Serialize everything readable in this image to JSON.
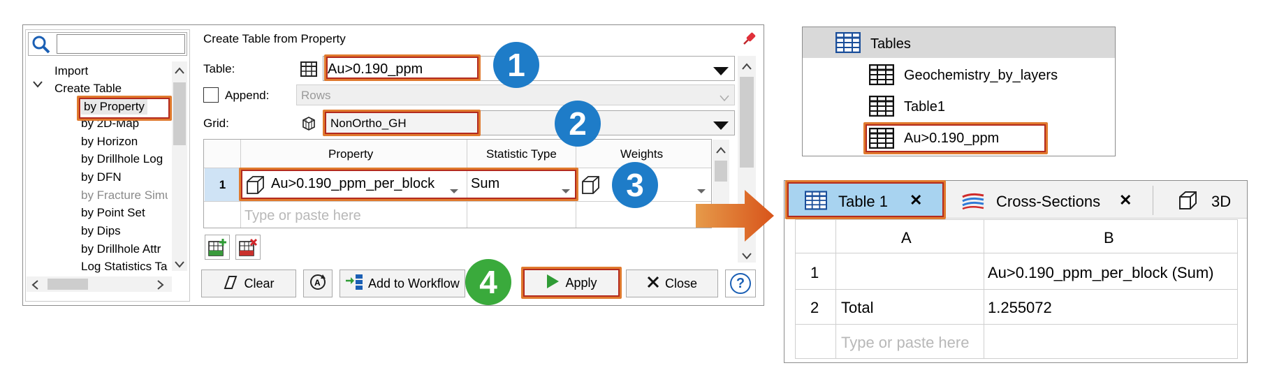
{
  "dialog": {
    "title": "Create Table from Property",
    "search": {
      "value": "",
      "placeholder": ""
    },
    "tree": {
      "items": [
        {
          "label": "Import"
        },
        {
          "label": "Create Table"
        },
        {
          "label": "by Property"
        },
        {
          "label": "by 2D-Map"
        },
        {
          "label": "by Horizon"
        },
        {
          "label": "by Drillhole Log"
        },
        {
          "label": "by DFN"
        },
        {
          "label": "by Fracture Simu"
        },
        {
          "label": "by Point Set"
        },
        {
          "label": "by Dips"
        },
        {
          "label": "by Drillhole Attr"
        },
        {
          "label": "Log Statistics Ta"
        }
      ]
    },
    "table_label": "Table:",
    "table_value": "Au>0.190_ppm",
    "append_label": "Append:",
    "append_value": "Rows",
    "grid_label": "Grid:",
    "grid_value": "NonOrtho_GH",
    "property_grid": {
      "headers": [
        "Property",
        "Statistic Type",
        "Weights"
      ],
      "row_number": "1",
      "property": "Au>0.190_ppm_per_block",
      "statistic": "Sum",
      "new_row_placeholder": "Type or paste here"
    },
    "buttons": {
      "clear": "Clear",
      "add_to_workflow": "Add to Workflow",
      "apply": "Apply",
      "close": "Close",
      "help": "?"
    },
    "badges": [
      "1",
      "2",
      "3",
      "4"
    ]
  },
  "tables_tree": {
    "header": "Tables",
    "items": [
      "Geochemistry_by_layers",
      "Table1",
      "Au>0.190_ppm"
    ]
  },
  "result": {
    "tabs": [
      {
        "label": "Table 1",
        "close": "✕"
      },
      {
        "label": "Cross-Sections",
        "close": "✕"
      },
      {
        "label": "3D"
      }
    ],
    "columns": [
      "A",
      "B"
    ],
    "rows": [
      {
        "num": "1",
        "a": "",
        "b": "Au>0.190_ppm_per_block (Sum)"
      },
      {
        "num": "2",
        "a": "Total",
        "b": "1.255072"
      }
    ],
    "placeholder": "Type or paste here"
  },
  "colors": {
    "highlight_orange": "#e07a2e",
    "highlight_red": "#b32a1e",
    "badge_blue": "#1e7cc8",
    "badge_green": "#3aaa3c",
    "active_tab": "#a8d3f0",
    "arrow": "#e06a1e"
  }
}
